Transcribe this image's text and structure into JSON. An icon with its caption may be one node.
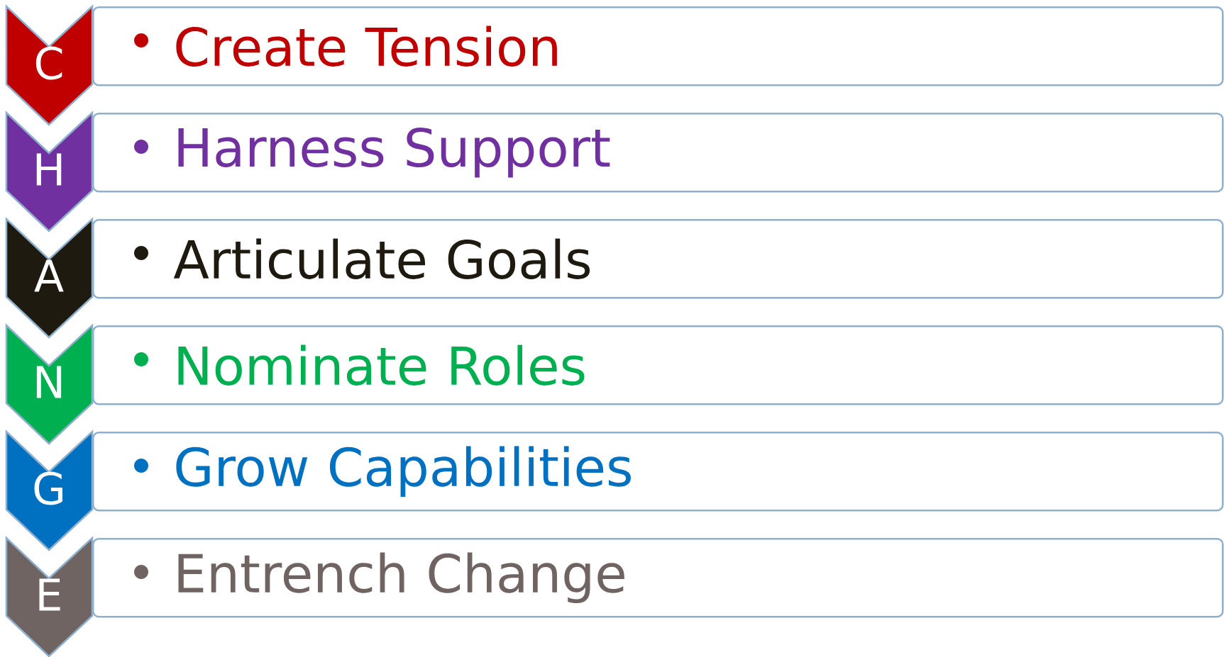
{
  "diagram": {
    "nodes": [
      {
        "text": [
          "C"
        ]
      },
      {
        "text": [
          "Create Tension"
        ]
      },
      {
        "text": [
          "H"
        ]
      },
      {
        "text": [
          "Harness Support"
        ]
      },
      {
        "text": [
          "A"
        ]
      },
      {
        "text": [
          "Articulate Goals"
        ]
      },
      {
        "text": [
          "N"
        ]
      },
      {
        "text": [
          "Nominate Roles"
        ]
      },
      {
        "text": [
          "G"
        ]
      },
      {
        "text": [
          "Grow Capabilities"
        ]
      },
      {
        "text": [
          "E"
        ]
      },
      {
        "text": [
          "Entrench Change"
        ]
      }
    ]
  }
}
